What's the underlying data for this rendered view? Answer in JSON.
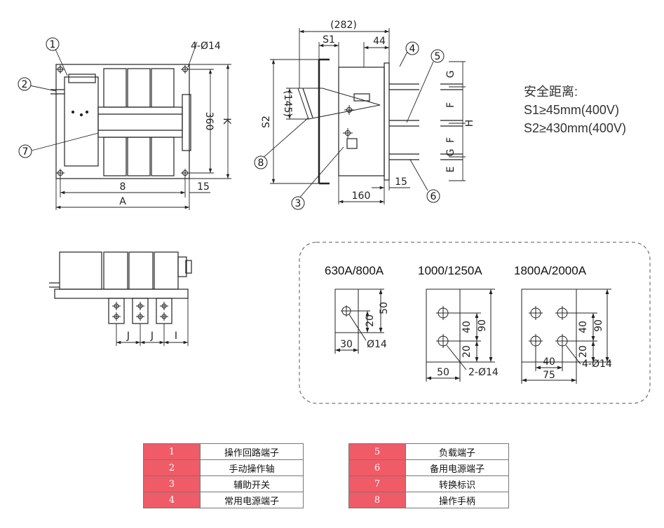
{
  "front_view": {
    "callouts": [
      "1",
      "2",
      "7"
    ],
    "bolt_note": "4-Ø14",
    "dim_360": "360",
    "dim_k": "K",
    "dim_8": "8",
    "dim_15": "15",
    "dim_a": "A"
  },
  "side_view": {
    "callouts": [
      "4",
      "5",
      "8",
      "3",
      "6"
    ],
    "dim_282": "(282)",
    "dim_s1": "S1",
    "dim_44": "44",
    "dim_145": "(145)",
    "dim_s2": "S2",
    "dim_160": "160",
    "dim_15": "15",
    "gap_labels": [
      "G",
      "F",
      "H",
      "F",
      "G",
      "E"
    ]
  },
  "bottom_view": {
    "dim_labels": [
      "J",
      "J",
      "I"
    ]
  },
  "safety": {
    "title": "安全距离:",
    "s1": "S1≥45mm(400V)",
    "s2": "S2≥430mm(400V)"
  },
  "terminals": [
    {
      "title": "630A/800A",
      "dims": [
        "50",
        "20",
        "30",
        "Ø14"
      ]
    },
    {
      "title": "1000/1250A",
      "dims": [
        "40",
        "90",
        "20",
        "50",
        "2-Ø14"
      ]
    },
    {
      "title": "1800A/2000A",
      "dims": [
        "40",
        "90",
        "20",
        "40",
        "75",
        "4-Ø14"
      ]
    }
  ],
  "legend": [
    {
      "num": "1",
      "name": "操作回路端子"
    },
    {
      "num": "2",
      "name": "手动操作轴"
    },
    {
      "num": "3",
      "name": "辅助开关"
    },
    {
      "num": "4",
      "name": "常用电源端子"
    },
    {
      "num": "5",
      "name": "负载端子"
    },
    {
      "num": "6",
      "name": "备用电源端子"
    },
    {
      "num": "7",
      "name": "转换标识"
    },
    {
      "num": "8",
      "name": "操作手柄"
    }
  ],
  "colors": {
    "legend_number_bg": "#ef5b67",
    "line": "#222222",
    "dashed_border": "#555555"
  }
}
